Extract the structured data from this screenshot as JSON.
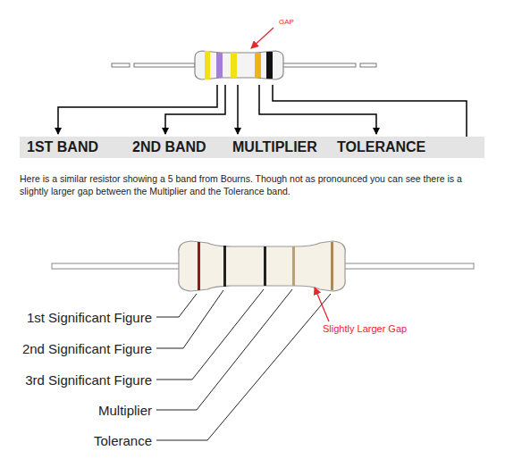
{
  "diagram": {
    "nodes": [
      {
        "text": [
          "1ST BAND",
          "2ND BAND",
          "MULTIPLIER",
          "TOLERANCE"
        ]
      }
    ],
    "labels": [
      "GAP",
      "Here is a similar resistor showing a 5 band from Bourns. Though not as pronounced you can see there is a slightly larger gap between the Multiplier and the Tolerance band.",
      "1st Significant Figure",
      "2nd Significant Figure",
      "3rd Significant Figure",
      "Multiplier",
      "Tolerance",
      "Slightly Larger Gap"
    ]
  }
}
